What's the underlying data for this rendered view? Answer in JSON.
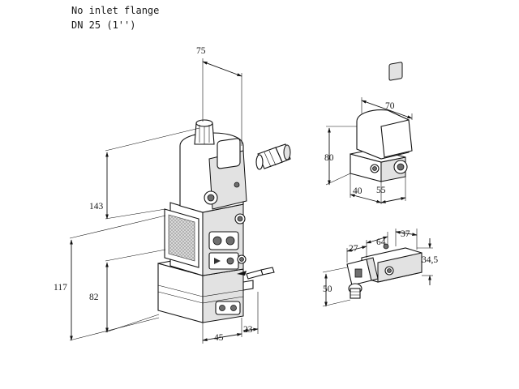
{
  "caption": {
    "line1": "No inlet flange",
    "line2": "DN 25 (1'')"
  },
  "dimensions": {
    "main_top_width": "75",
    "main_height_upper": "143",
    "main_height_lower": "82",
    "main_height_total": "117",
    "main_bottom_width": "45",
    "main_offset": "23",
    "top_right_width": "70",
    "top_right_height": "80",
    "top_right_depth_a": "40",
    "top_right_depth_b": "55",
    "bottom_right_a": "27",
    "bottom_right_b": "64",
    "bottom_right_c": "37",
    "bottom_right_height": "34,5",
    "bottom_right_depth": "50"
  }
}
